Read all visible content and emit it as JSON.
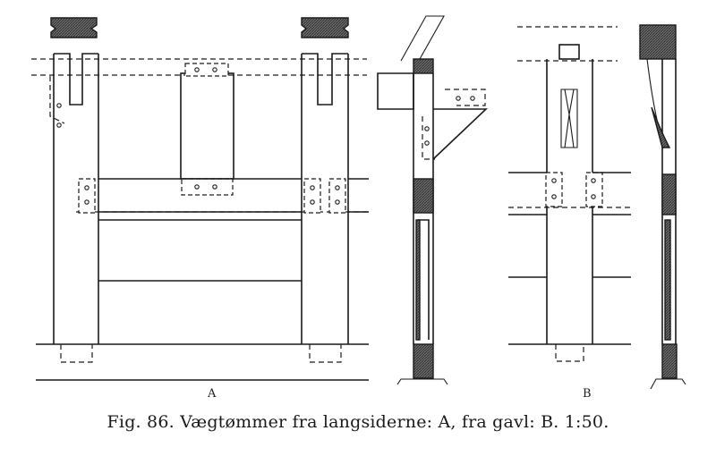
{
  "figure": {
    "label_a": "A",
    "label_b": "B",
    "caption": "Fig. 86. Vægtømmer fra langsiderne: A, fra gavl: B. 1:50."
  },
  "colors": {
    "ink": "#1a1a1a",
    "paper": "#ffffff"
  }
}
